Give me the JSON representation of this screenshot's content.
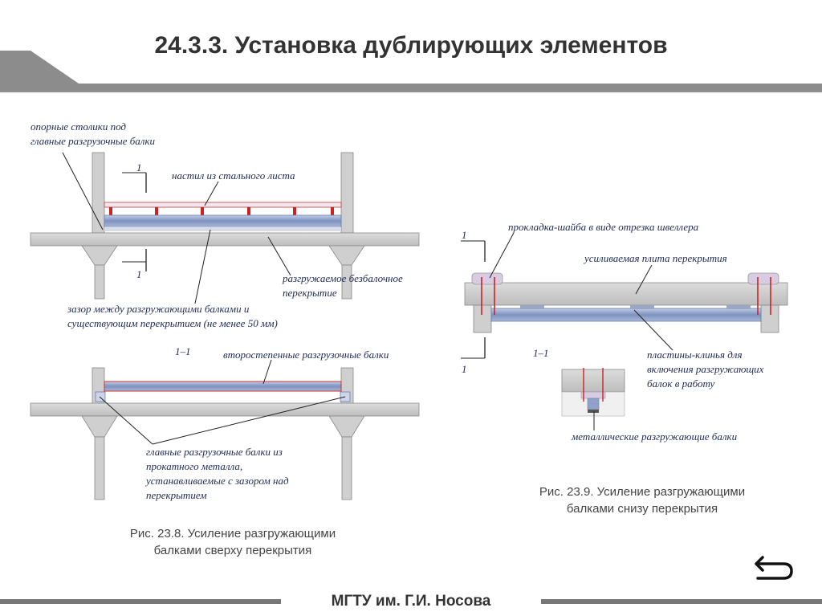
{
  "slide": {
    "title": "24.3.3. Установка дублирующих элементов",
    "footer": "МГТУ им. Г.И. Носова"
  },
  "figure_left": {
    "label_supports": [
      "опорные столики под",
      "главные разгрузочные балки"
    ],
    "label_deck": "настил из стального листа",
    "label_slab": [
      "разгружаемое безбалочное",
      "перекрытие"
    ],
    "label_gap": [
      "зазор между разгружающими балками и",
      "существующим перекрытием (не менее 50 мм)"
    ],
    "label_section": "1–1",
    "label_secondary": "второстепенные разгрузочные балки",
    "label_main_beams": [
      "главные разгрузочные балки из",
      "прокатного металла,",
      "устанавливаемые с зазором над",
      "перекрытием"
    ],
    "cut_mark": "1",
    "caption": [
      "Рис. 23.8. Усиление разгружающими",
      "балками сверху перекрытия"
    ]
  },
  "figure_right": {
    "label_washer": "прокладка-шайба в виде отрезка швеллера",
    "label_plate": "усиливаемая плита перекрытия",
    "label_wedges": [
      "пластины-клинья для",
      "включения разгружающих",
      "балок в работу"
    ],
    "label_section": "1–1",
    "label_metal_beams": "металлические разгружающие балки",
    "cut_mark": "1",
    "caption": [
      "Рис. 23.9. Усиление разгружающими",
      "балками снизу перекрытия"
    ]
  },
  "colors": {
    "header_gray": "#8c8c8c",
    "beam_blue": "#8fa2c8",
    "structure_gray": "#c9c9c9",
    "accent_red": "#cc2222"
  },
  "icons": {
    "back": "return-arrow-icon"
  }
}
